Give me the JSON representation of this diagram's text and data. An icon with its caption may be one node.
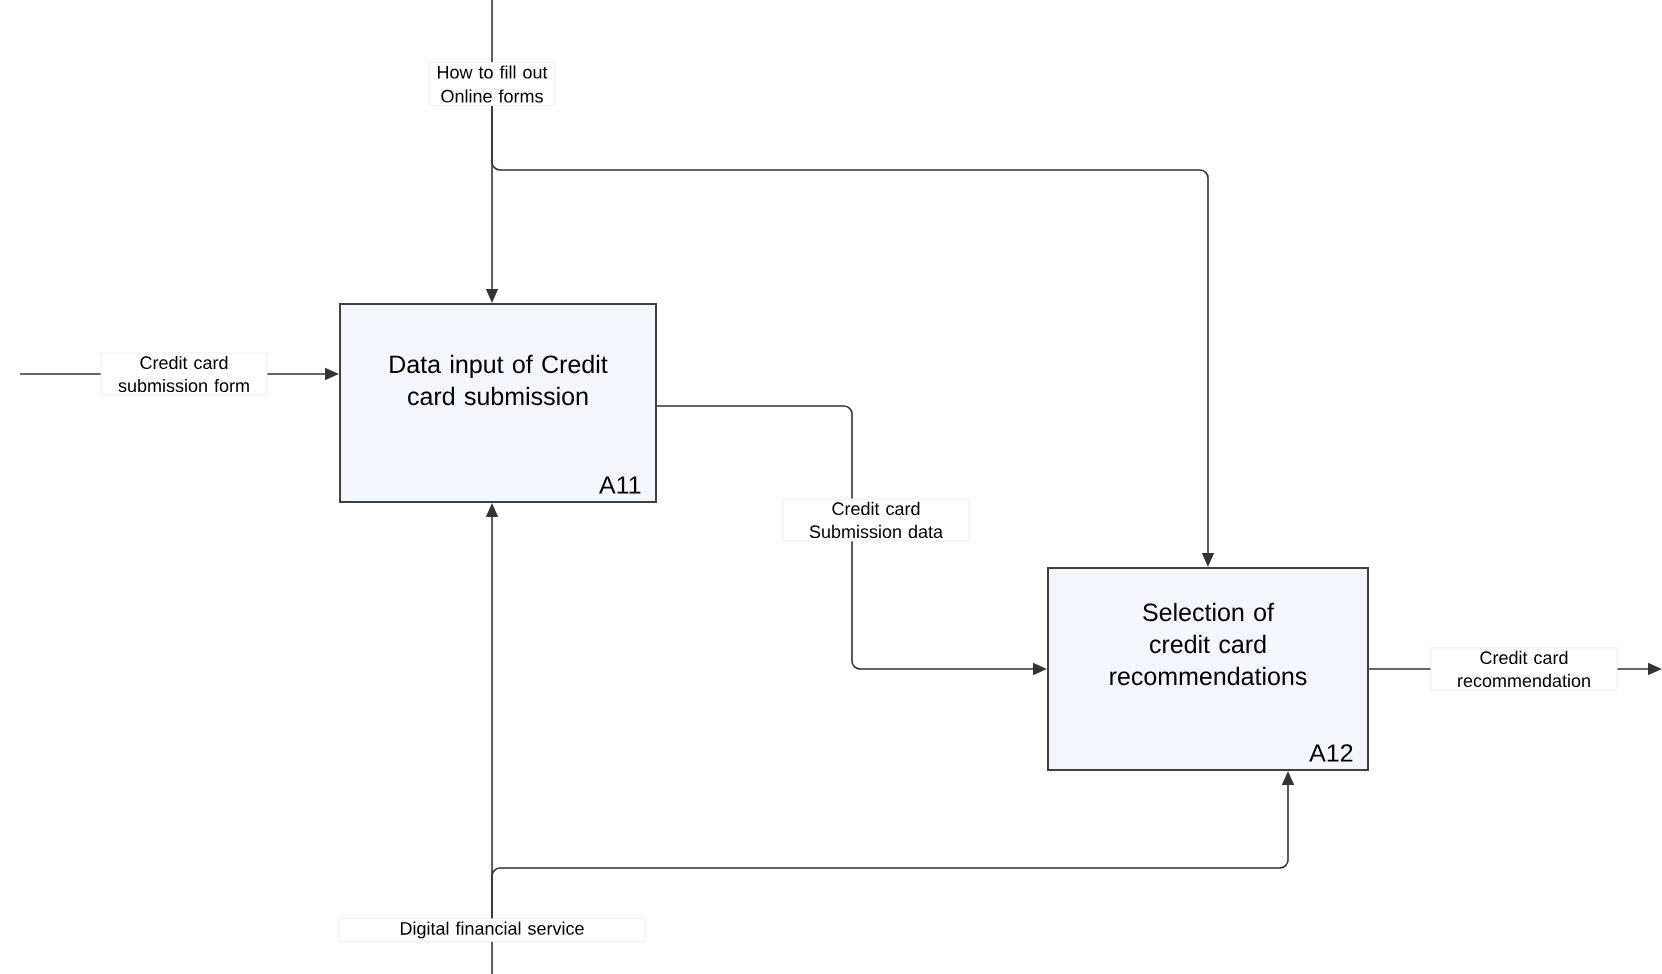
{
  "diagram": {
    "nodes": [
      {
        "text": [
          "How to fill out Online forms"
        ]
      },
      {
        "text": [
          "Data input of Credit card submission",
          "A11"
        ]
      },
      {
        "text": [
          "Selection of credit card recommendations",
          "A12"
        ]
      },
      {
        "text": [
          "Digital financial service"
        ]
      }
    ],
    "edges": [
      {
        "from": null,
        "to": 1,
        "arrow": "to",
        "label": "Credit card submission form"
      },
      {
        "from": 0,
        "to": 1,
        "arrow": "to"
      },
      {
        "from": 0,
        "to": 2,
        "arrow": "to"
      },
      {
        "from": 1,
        "to": 2,
        "arrow": "to",
        "label": "Credit card Submission data"
      },
      {
        "from": 2,
        "to": null,
        "arrow": "to",
        "label": "Credit card recommendation"
      },
      {
        "from": 3,
        "to": 1,
        "arrow": "to"
      },
      {
        "from": 3,
        "to": 2,
        "arrow": "to"
      }
    ]
  }
}
